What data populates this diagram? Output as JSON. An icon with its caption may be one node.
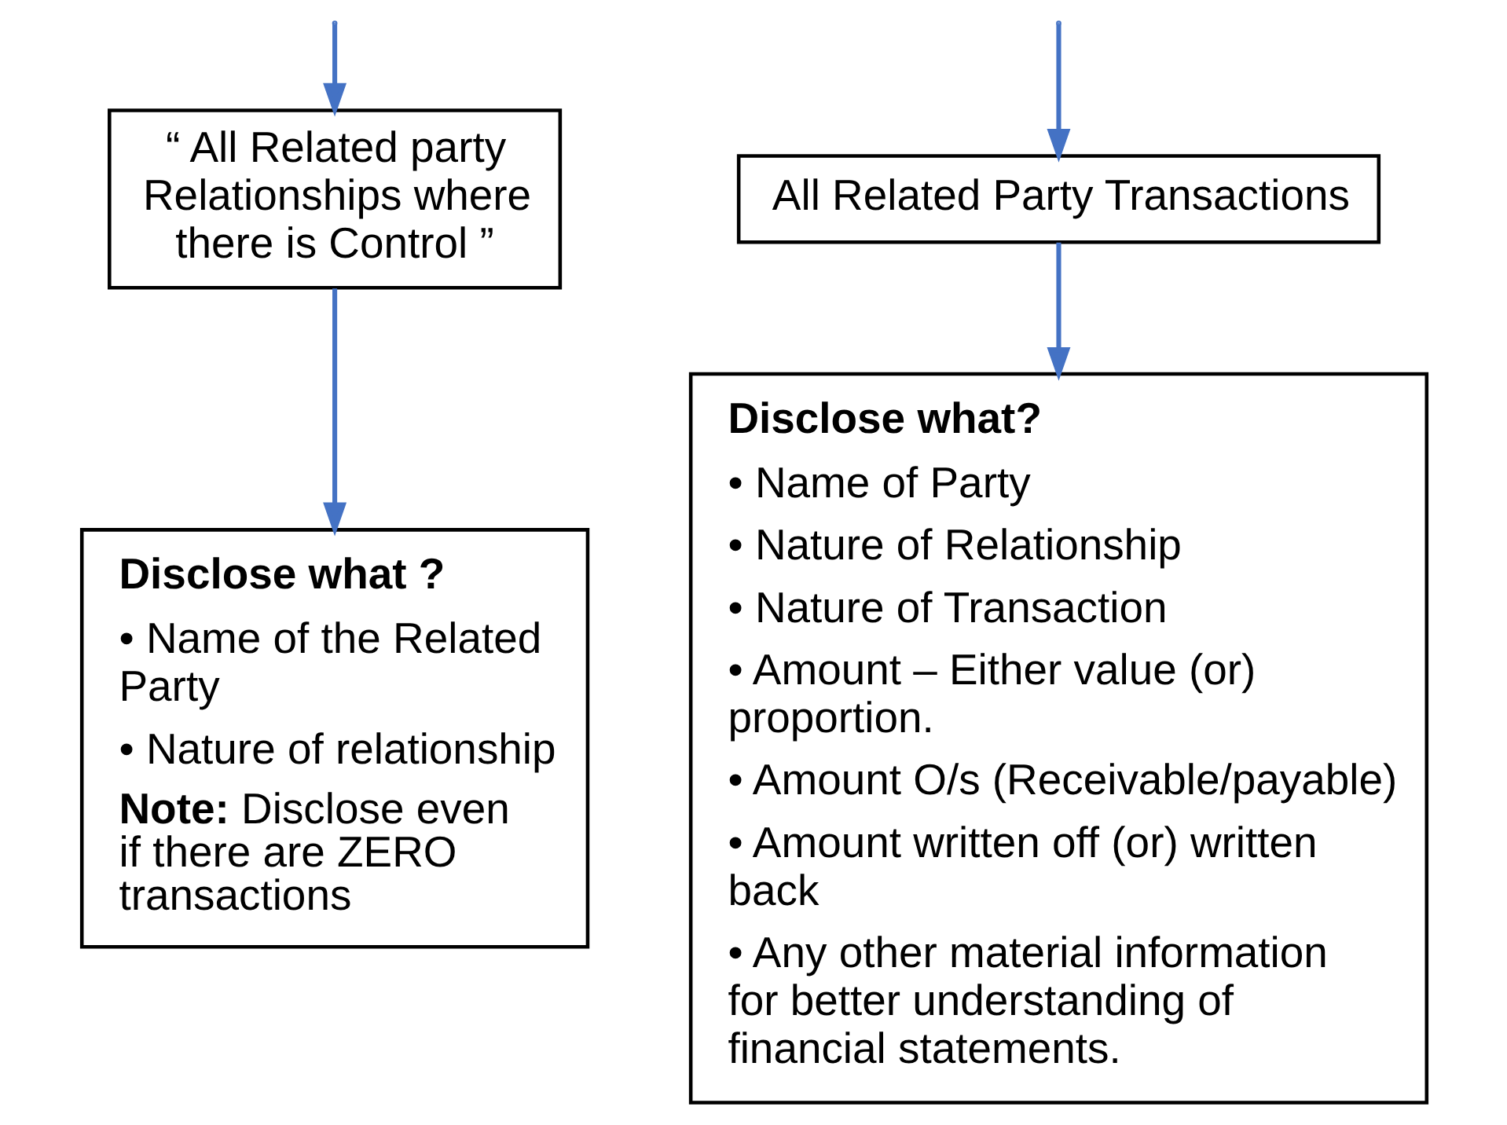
{
  "diagram": {
    "nodes": [
      {
        "text": [
          "“ All Related party Relationships where there is Control ”"
        ]
      },
      {
        "text": [
          "All Related Party Transactions"
        ]
      },
      {
        "text": [
          "Disclose what ?",
          "• Name of the Related Party",
          "• Nature of relationship",
          "**Note:** Disclose even if there are ZERO transactions"
        ]
      },
      {
        "text": [
          "Disclose what?",
          "• Name of Party",
          "• Nature of Relationship",
          "• Nature of Transaction",
          "• Amount – Either value (or) proportion.",
          "• Amount O/s (Receivable/payable)",
          "• Amount written off (or) written back",
          "• Any other material information for better understanding of financial statements."
        ]
      }
    ],
    "edges": [
      {
        "from": null,
        "to": 0,
        "arrow": "to",
        "color": "#4472c4"
      },
      {
        "from": null,
        "to": 1,
        "arrow": "to",
        "color": "#4472c4"
      },
      {
        "from": 0,
        "to": 2,
        "arrow": "to",
        "color": "#4472c4"
      },
      {
        "from": 1,
        "to": 3,
        "arrow": "to",
        "color": "#4472c4"
      }
    ]
  }
}
